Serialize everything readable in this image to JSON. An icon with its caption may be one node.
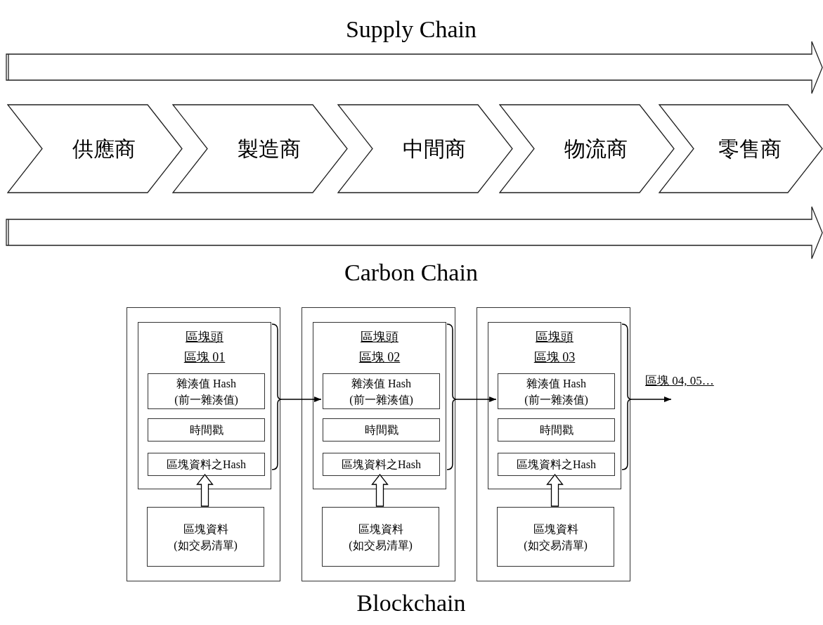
{
  "diagram": {
    "nodes": [
      {
        "text": [
          "Supply Chain"
        ]
      },
      {
        "text": [
          "供應商"
        ]
      },
      {
        "text": [
          "製造商"
        ]
      },
      {
        "text": [
          "中間商"
        ]
      },
      {
        "text": [
          "物流商"
        ]
      },
      {
        "text": [
          "零售商"
        ]
      },
      {
        "text": [
          "Carbon Chain"
        ]
      },
      {
        "text": [],
        "shape": "box"
      },
      {
        "text": [
          "區塊頭",
          "區塊 01"
        ],
        "in": 7
      },
      {
        "text": [
          "雜湊值 Hash (前一雜湊值)"
        ],
        "in": 8
      },
      {
        "text": [
          "時間戳"
        ],
        "in": 8
      },
      {
        "text": [
          "區塊資料之Hash"
        ],
        "in": 8
      },
      {
        "text": [
          "區塊資料 (如交易清單)"
        ],
        "in": 7
      },
      {
        "text": [],
        "shape": "box"
      },
      {
        "text": [
          "區塊頭",
          "區塊 02"
        ],
        "in": 13
      },
      {
        "text": [
          "雜湊值 Hash (前一雜湊值)"
        ],
        "in": 14
      },
      {
        "text": [
          "時間戳"
        ],
        "in": 14
      },
      {
        "text": [
          "區塊資料之Hash"
        ],
        "in": 14
      },
      {
        "text": [
          "區塊資料 (如交易清單)"
        ],
        "in": 13
      },
      {
        "text": [],
        "shape": "box"
      },
      {
        "text": [
          "區塊頭",
          "區塊 03"
        ],
        "in": 19
      },
      {
        "text": [
          "雜湊值 Hash (前一雜湊值)"
        ],
        "in": 20
      },
      {
        "text": [
          "時間戳"
        ],
        "in": 20
      },
      {
        "text": [
          "區塊資料之Hash"
        ],
        "in": 20
      },
      {
        "text": [
          "區塊資料 (如交易清單)"
        ],
        "in": 19
      },
      {
        "text": [
          "區塊 04, 05…"
        ]
      }
    ],
    "edges": [
      {
        "from": 12,
        "to": 11,
        "arrow": "to",
        "style": "thick"
      },
      {
        "from": 8,
        "to": 15,
        "arrow": "to"
      },
      {
        "from": 18,
        "to": 17,
        "arrow": "to",
        "style": "thick"
      },
      {
        "from": 14,
        "to": 21,
        "arrow": "to"
      },
      {
        "from": 24,
        "to": 23,
        "arrow": "to",
        "style": "thick"
      },
      {
        "from": 20,
        "to": 25,
        "arrow": "to"
      }
    ],
    "labels": [
      "Blockchain"
    ]
  }
}
